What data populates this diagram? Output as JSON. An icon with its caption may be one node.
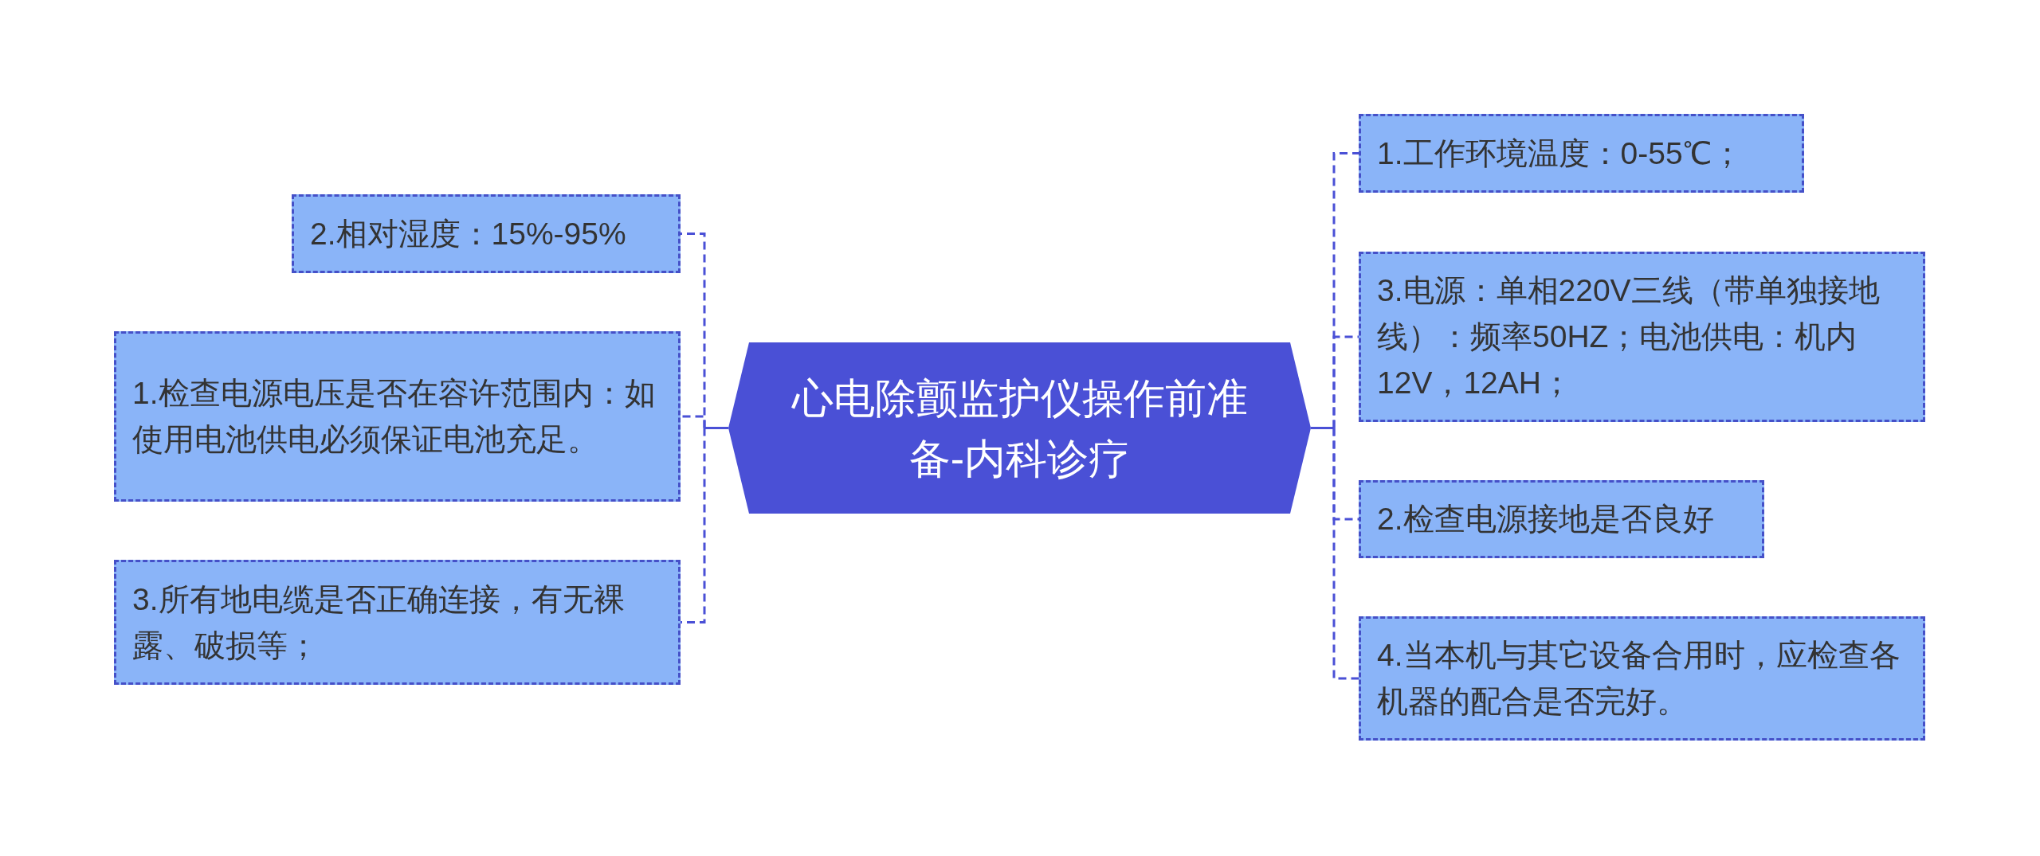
{
  "diagram": {
    "nodes": [
      {
        "text": [
          "心电除颤监护仪操作前准备-内科诊疗"
        ]
      },
      {
        "text": [
          "2.相对湿度：15%-95%"
        ]
      },
      {
        "text": [
          "1.检查电源电压是否在容许范围内：如使用电池供电必须保证电池充足。"
        ]
      },
      {
        "text": [
          "3.所有地电缆是否正确连接，有无裸露、破损等；"
        ]
      },
      {
        "text": [
          "1.工作环境温度：0-55℃；"
        ]
      },
      {
        "text": [
          "3.电源：单相220V三线（带单独接地线）：频率50HZ；电池供电：机内12V，12AH；"
        ]
      },
      {
        "text": [
          "2.检查电源接地是否良好"
        ]
      },
      {
        "text": [
          "4.当本机与其它设备合用时，应检查各机器的配合是否完好。"
        ]
      }
    ],
    "edges": [
      {
        "from": 0,
        "to": 1,
        "arrow": "none",
        "style": "dashed"
      },
      {
        "from": 0,
        "to": 2,
        "arrow": "none",
        "style": "dashed"
      },
      {
        "from": 0,
        "to": 3,
        "arrow": "none",
        "style": "dashed"
      },
      {
        "from": 0,
        "to": 4,
        "arrow": "none",
        "style": "dashed"
      },
      {
        "from": 0,
        "to": 5,
        "arrow": "none",
        "style": "dashed"
      },
      {
        "from": 0,
        "to": 6,
        "arrow": "none",
        "style": "dashed"
      },
      {
        "from": 0,
        "to": 7,
        "arrow": "none",
        "style": "dashed"
      }
    ]
  }
}
